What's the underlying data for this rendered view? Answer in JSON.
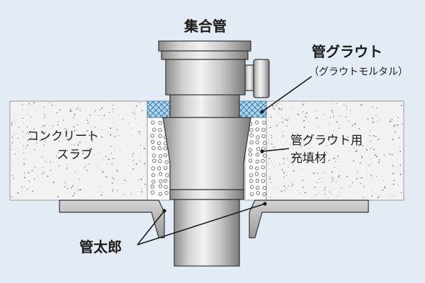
{
  "labels": {
    "manifold": "集合管",
    "pipe_grout": "管グラウト",
    "pipe_grout_sub": "（グラウトモルタル）",
    "concrete_slab_line1": "コンクリート",
    "concrete_slab_line2": "スラブ",
    "grout_filler_line1": "管グラウト用",
    "grout_filler_line2": "充填材",
    "kantaro": "管太郎"
  },
  "colors": {
    "background": "#e3ecf4",
    "slab": "#f2f2f2",
    "grout": "#a9d8f0",
    "filler": "#ffffff",
    "pipe_light": "#eeeeee",
    "pipe_dark": "#8e8e8e",
    "flange": "#b4b4b4",
    "outline": "#333333",
    "leader": "#1a1a1a"
  }
}
